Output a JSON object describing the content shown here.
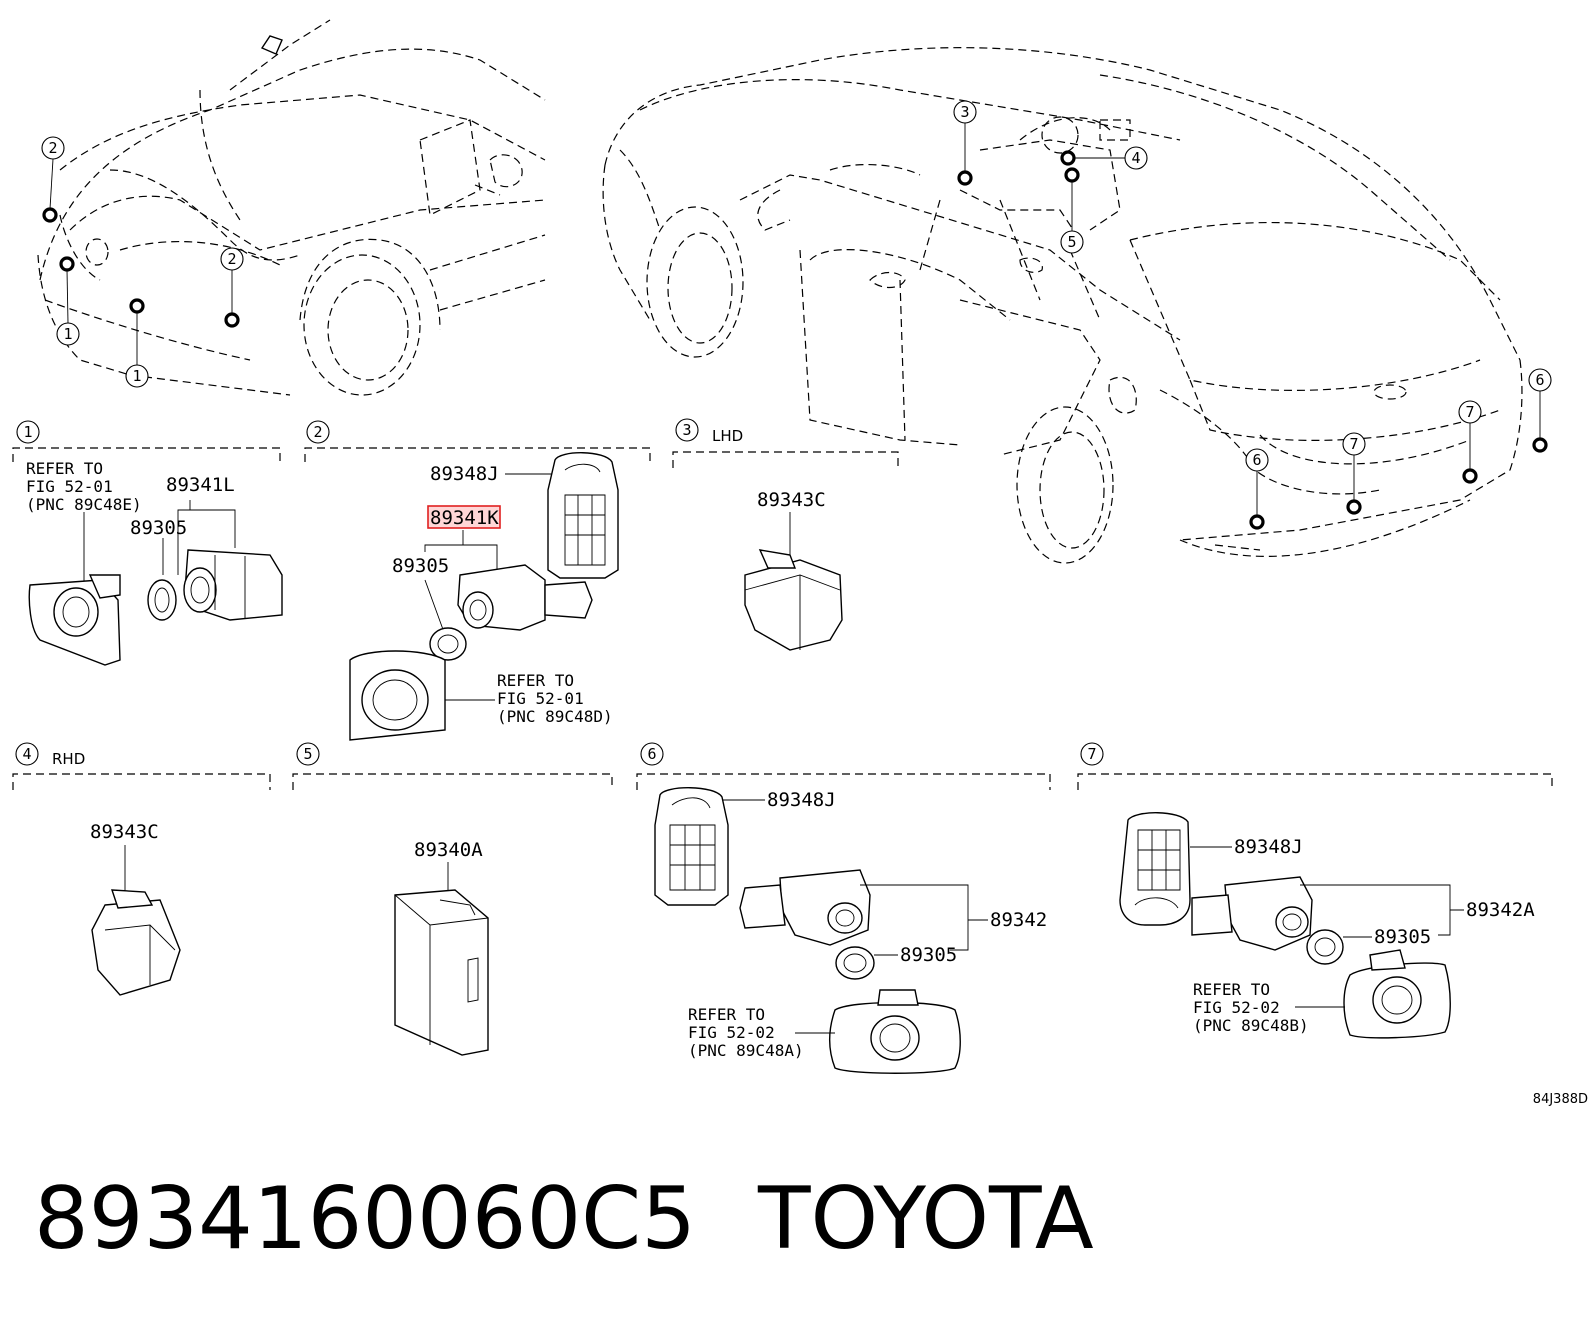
{
  "callouts": {
    "front": [
      "2",
      "2",
      "1",
      "1"
    ],
    "rear": [
      "3",
      "4",
      "5",
      "6",
      "7",
      "7",
      "6"
    ]
  },
  "sections": [
    {
      "num": "1",
      "tag": "",
      "parts": [
        "89341L",
        "89305"
      ],
      "refer": [
        "REFER TO",
        "FIG 52-01",
        "(PNC 89C48E)"
      ]
    },
    {
      "num": "2",
      "tag": "",
      "parts": [
        "89348J",
        "89341K",
        "89305"
      ],
      "refer": [
        "REFER TO",
        "FIG 52-01",
        "(PNC 89C48D)"
      ]
    },
    {
      "num": "3",
      "tag": "LHD",
      "parts": [
        "89343C"
      ]
    },
    {
      "num": "4",
      "tag": "RHD",
      "parts": [
        "89343C"
      ]
    },
    {
      "num": "5",
      "tag": "",
      "parts": [
        "89340A"
      ]
    },
    {
      "num": "6",
      "tag": "",
      "parts": [
        "89348J",
        "89342",
        "89305"
      ],
      "refer": [
        "REFER TO",
        "FIG 52-02",
        "(PNC 89C48A)"
      ]
    },
    {
      "num": "7",
      "tag": "",
      "parts": [
        "89348J",
        "89342A",
        "89305"
      ],
      "refer": [
        "REFER TO",
        "FIG 52-02",
        "(PNC 89C48B)"
      ]
    }
  ],
  "highlight": {
    "part": "89341K",
    "color": "#e02020"
  },
  "diagram_code": "84J388D",
  "footer": {
    "part_number": "8934160060C5",
    "brand": "TOYOTA"
  }
}
